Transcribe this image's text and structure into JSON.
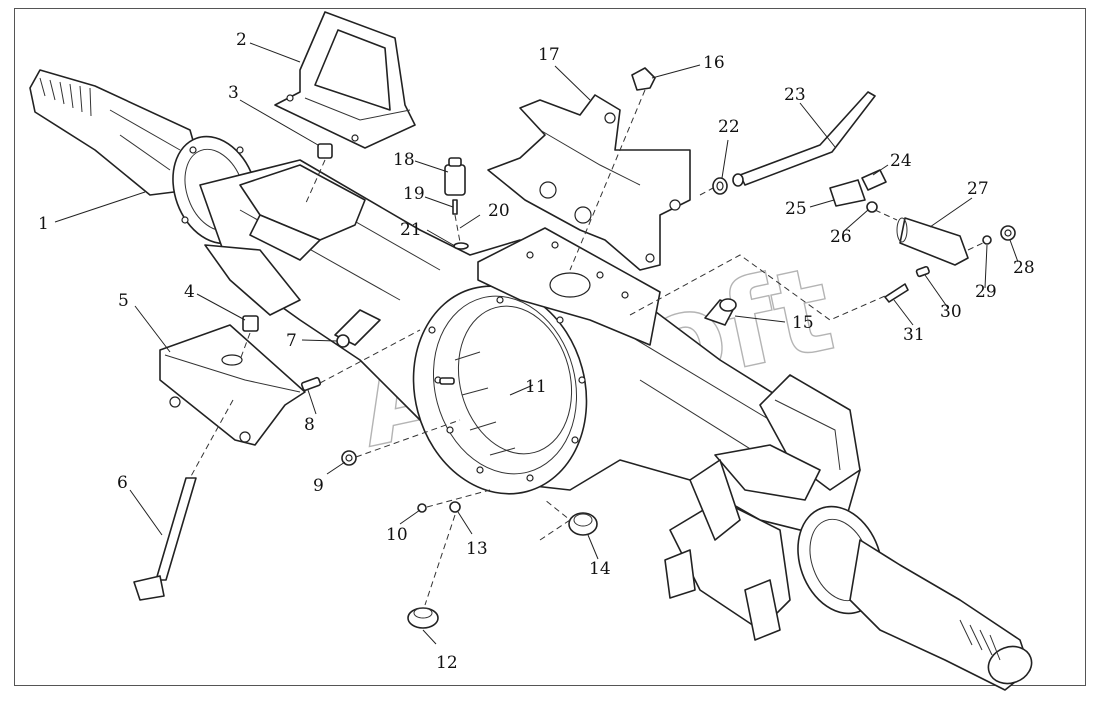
{
  "diagram": {
    "watermark": "ArtSoft",
    "callouts": [
      "1",
      "2",
      "3",
      "4",
      "5",
      "6",
      "7",
      "8",
      "9",
      "10",
      "11",
      "12",
      "13",
      "14",
      "15",
      "16",
      "17",
      "18",
      "19",
      "20",
      "21",
      "22",
      "23",
      "24",
      "25",
      "26",
      "27",
      "28",
      "29",
      "30",
      "31"
    ]
  }
}
